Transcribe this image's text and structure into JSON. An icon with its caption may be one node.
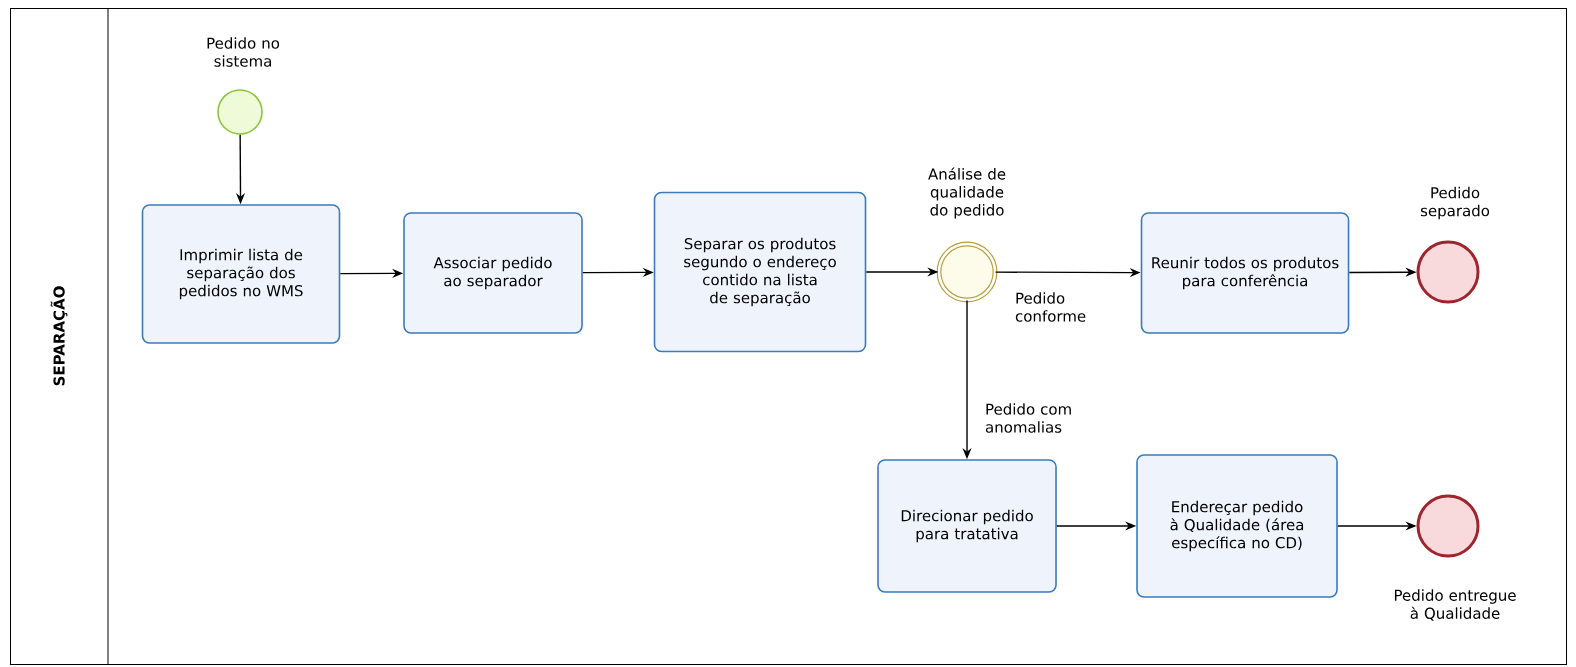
{
  "diagram": {
    "nodes": [
      {
        "text": [
          "SEPARAÇÃO"
        ]
      },
      {
        "text": [
          "Pedido no sistema"
        ],
        "in": 0
      },
      {
        "text": [
          "Imprimir lista de separação dos pedidos no WMS"
        ],
        "in": 0
      },
      {
        "text": [
          "Associar pedido ao separador"
        ],
        "in": 0
      },
      {
        "text": [
          "Separar os produtos segundo o endereço contido na lista de separação"
        ],
        "in": 0
      },
      {
        "text": [
          "Análise de qualidade do pedido"
        ],
        "in": 0
      },
      {
        "text": [
          "Reunir todos os produtos para conferência"
        ],
        "in": 0
      },
      {
        "text": [
          "Pedido separado"
        ],
        "in": 0
      },
      {
        "text": [
          "Direcionar pedido para tratativa"
        ],
        "in": 0
      },
      {
        "text": [
          "Endereçar pedido à Qualidade (área específica no CD)"
        ],
        "in": 0
      },
      {
        "text": [
          "Pedido entregue à Qualidade"
        ],
        "in": 0
      }
    ],
    "edges": [
      {
        "from": 1,
        "to": 2,
        "arrow": "to"
      },
      {
        "from": 2,
        "to": 3,
        "arrow": "to"
      },
      {
        "from": 3,
        "to": 4,
        "arrow": "to"
      },
      {
        "from": 4,
        "to": 5,
        "arrow": "to"
      },
      {
        "from": 5,
        "to": 6,
        "arrow": "to",
        "label": "Pedido conforme"
      },
      {
        "from": 6,
        "to": 7,
        "arrow": "to"
      },
      {
        "from": 5,
        "to": 8,
        "arrow": "to",
        "label": "Pedido com anomalias"
      },
      {
        "from": 8,
        "to": 9,
        "arrow": "to"
      },
      {
        "from": 9,
        "to": 10,
        "arrow": "to"
      }
    ]
  }
}
